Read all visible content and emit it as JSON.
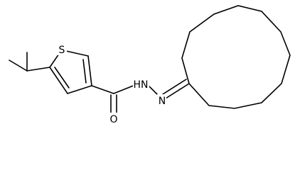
{
  "molecule": {
    "atoms": {
      "sulfur": "S",
      "oxygen": "O",
      "amide_nitrogen": "HN",
      "imine_nitrogen": "N"
    },
    "colors": {
      "bond": "#000000",
      "background": "#ffffff"
    }
  }
}
